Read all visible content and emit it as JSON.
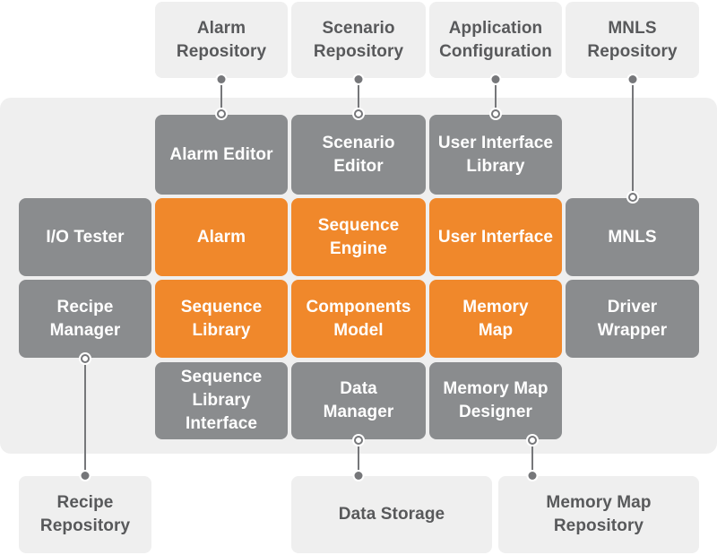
{
  "palette": {
    "background": "#ffffff",
    "panel": "#efefef",
    "repository_box": "#efefef",
    "module_box": "#8a8c8e",
    "core_box": "#f0882b",
    "repository_text": "#58595b",
    "module_text": "#ffffff",
    "connector": "#76777a"
  },
  "boxes": {
    "alarm_repository": {
      "label": "Alarm\nRepository",
      "type": "repository"
    },
    "scenario_repository": {
      "label": "Scenario\nRepository",
      "type": "repository"
    },
    "application_configuration": {
      "label": "Application\nConfiguration",
      "type": "repository"
    },
    "mnls_repository": {
      "label": "MNLS\nRepository",
      "type": "repository"
    },
    "alarm_editor": {
      "label": "Alarm Editor",
      "type": "module"
    },
    "scenario_editor": {
      "label": "Scenario\nEditor",
      "type": "module"
    },
    "user_interface_library": {
      "label": "User Interface\nLibrary",
      "type": "module"
    },
    "io_tester": {
      "label": "I/O Tester",
      "type": "module"
    },
    "alarm": {
      "label": "Alarm",
      "type": "core"
    },
    "sequence_engine": {
      "label": "Sequence\nEngine",
      "type": "core"
    },
    "user_interface": {
      "label": "User Interface",
      "type": "core"
    },
    "mnls": {
      "label": "MNLS",
      "type": "module"
    },
    "recipe_manager": {
      "label": "Recipe\nManager",
      "type": "module"
    },
    "sequence_library": {
      "label": "Sequence\nLibrary",
      "type": "core"
    },
    "components_model": {
      "label": "Components\nModel",
      "type": "core"
    },
    "memory_map": {
      "label": "Memory\nMap",
      "type": "core"
    },
    "driver_wrapper": {
      "label": "Driver\nWrapper",
      "type": "module"
    },
    "sequence_library_interface": {
      "label": "Sequence\nLibrary\nInterface",
      "type": "module"
    },
    "data_manager": {
      "label": "Data\nManager",
      "type": "module"
    },
    "memory_map_designer": {
      "label": "Memory Map\nDesigner",
      "type": "module"
    },
    "recipe_repository": {
      "label": "Recipe\nRepository",
      "type": "repository"
    },
    "data_storage": {
      "label": "Data Storage",
      "type": "repository"
    },
    "memory_map_repository": {
      "label": "Memory Map\nRepository",
      "type": "repository"
    }
  },
  "connections": [
    {
      "from": "alarm_repository",
      "to": "alarm_editor"
    },
    {
      "from": "scenario_repository",
      "to": "scenario_editor"
    },
    {
      "from": "application_configuration",
      "to": "user_interface_library"
    },
    {
      "from": "mnls_repository",
      "to": "mnls"
    },
    {
      "from": "recipe_manager",
      "to": "recipe_repository"
    },
    {
      "from": "data_manager",
      "to": "data_storage"
    },
    {
      "from": "memory_map_designer",
      "to": "memory_map_repository"
    }
  ]
}
